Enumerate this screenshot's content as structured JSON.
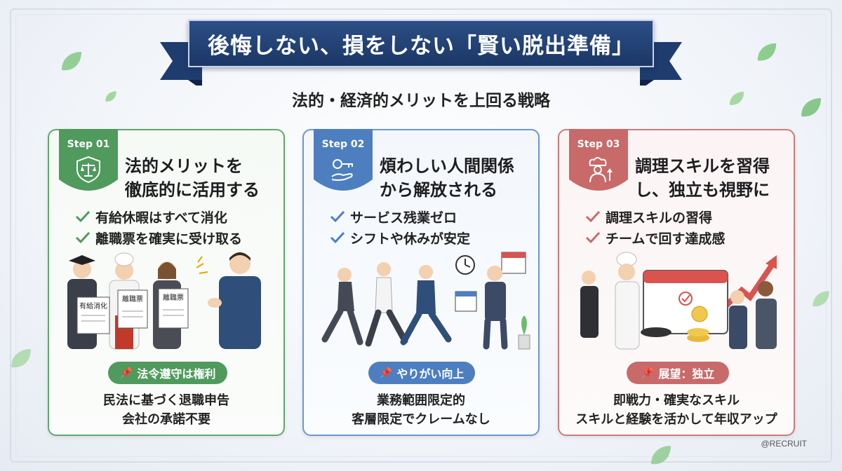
{
  "header": {
    "title": "後悔しない、損をしない「賢い脱出準備」",
    "subtitle": "法的・経済的メリットを上回る戦略"
  },
  "cards": [
    {
      "step": "Step 01",
      "title_line1": "法的メリットを",
      "title_line2": "徹底的に活用する",
      "checks": [
        "有給休暇はすべて消化",
        "離職票を確実に受け取る"
      ],
      "doc_labels": [
        "有給消化",
        "離職票",
        "離職票"
      ],
      "pill": "法令遵守は権利",
      "desc_line1": "民法に基づく退職申告",
      "desc_line2": "会社の承諾不要",
      "accent": "#4f9a5c",
      "icon": "scales-shield-icon"
    },
    {
      "step": "Step 02",
      "title_line1": "煩わしい人間関係",
      "title_line2": "から解放される",
      "checks": [
        "サービス残業ゼロ",
        "シフトや休みが安定"
      ],
      "pill": "やりがい向上",
      "desc_line1": "業務範囲限定的",
      "desc_line2": "客層限定でクレームなし",
      "accent": "#4d7fc0",
      "icon": "key-hand-icon"
    },
    {
      "step": "Step 03",
      "title_line1": "調理スキルを習得",
      "title_line2": "し、独立も視野に",
      "checks": [
        "調理スキルの習得",
        "チームで回す達成感"
      ],
      "pill": "展望：独立",
      "desc_line1": "即戦力・確実なスキル",
      "desc_line2": "スキルと経験を活かして年収アップ",
      "accent": "#c86a6a",
      "icon": "chef-growth-icon"
    }
  ],
  "footer": {
    "copyright": "@RECRUIT"
  }
}
